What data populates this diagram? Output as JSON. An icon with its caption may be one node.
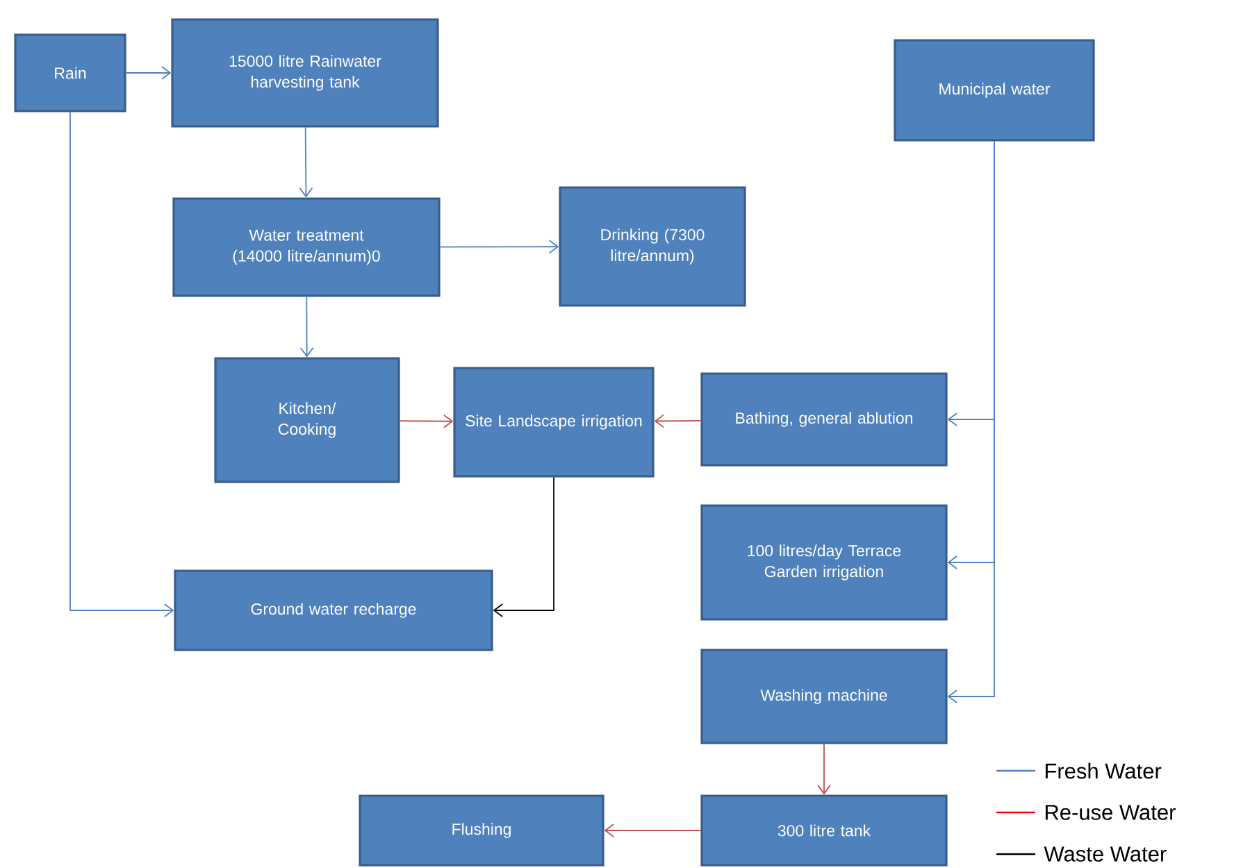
{
  "diagram": {
    "nodes": [
      {
        "text": [
          "Rain"
        ]
      },
      {
        "text": [
          "15000 litre Rainwater harvesting tank"
        ]
      },
      {
        "text": [
          "Water treatment (14000 litre/annum)0"
        ]
      },
      {
        "text": [
          "Drinking (7300 litre/annum)"
        ]
      },
      {
        "text": [
          "Municipal water"
        ]
      },
      {
        "text": [
          "Kitchen/ Cooking"
        ]
      },
      {
        "text": [
          "Site Landscape irrigation"
        ]
      },
      {
        "text": [
          "Bathing, general ablution"
        ]
      },
      {
        "text": [
          "Ground water recharge"
        ]
      },
      {
        "text": [
          "100 litres/day Terrace Garden irrigation"
        ]
      },
      {
        "text": [
          "Washing machine"
        ]
      },
      {
        "text": [
          "300 litre tank"
        ]
      },
      {
        "text": [
          "Flushing"
        ]
      }
    ],
    "edges": [
      {
        "from": 0,
        "to": 1,
        "arrow": "to"
      },
      {
        "from": 1,
        "to": 2,
        "arrow": "to"
      },
      {
        "from": 2,
        "to": 3,
        "arrow": "to"
      },
      {
        "from": 2,
        "to": 5,
        "arrow": "to"
      },
      {
        "from": 5,
        "to": 6,
        "arrow": "to",
        "color": "#c0504d"
      },
      {
        "from": 7,
        "to": 6,
        "arrow": "to",
        "color": "#c0504d"
      },
      {
        "from": 6,
        "to": 8,
        "arrow": "to",
        "color": "#000000"
      },
      {
        "from": 0,
        "to": 8,
        "arrow": "to"
      },
      {
        "from": 4,
        "to": 7,
        "arrow": "to"
      },
      {
        "from": 4,
        "to": 9,
        "arrow": "to"
      },
      {
        "from": 4,
        "to": 10,
        "arrow": "to"
      },
      {
        "from": 10,
        "to": 11,
        "arrow": "to",
        "color": "#c0504d"
      },
      {
        "from": 11,
        "to": 12,
        "arrow": "to",
        "color": "#c0504d"
      }
    ],
    "legend": [
      {
        "text": "Fresh Water"
      },
      {
        "text": "Re-use Water"
      },
      {
        "text": "Waste Water"
      }
    ]
  }
}
